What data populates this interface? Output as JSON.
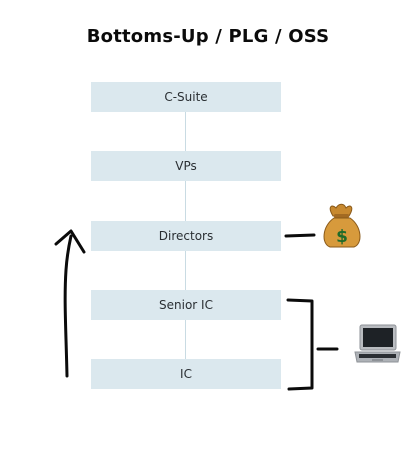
{
  "title": "Bottoms-Up / PLG / OSS",
  "levels": [
    {
      "label": "C-Suite"
    },
    {
      "label": "VPs"
    },
    {
      "label": "Directors"
    },
    {
      "label": "Senior IC"
    },
    {
      "label": "IC"
    }
  ],
  "annotations": {
    "money_icon": "money-bag",
    "laptop_icon": "laptop"
  },
  "colors": {
    "box_fill": "#dbe8ee",
    "connector": "#c9dbe3",
    "ink": "#0b0b0b"
  }
}
